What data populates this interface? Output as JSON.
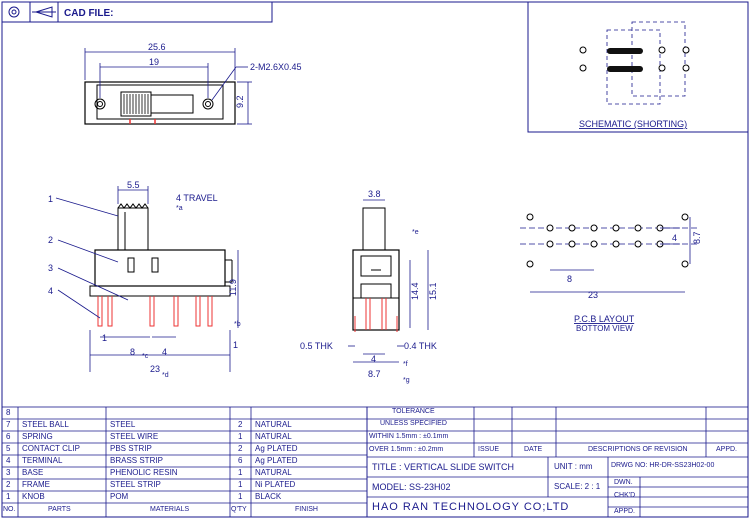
{
  "header": {
    "cad_label": "CAD FILE:"
  },
  "top_view": {
    "overall_width": "25.6",
    "hole_pitch": "19",
    "mount_hole_note": "2-M2.6X0.45",
    "height": "9.2"
  },
  "schematic": {
    "label": "SCHEMATIC (SHORTING)"
  },
  "side_view": {
    "callouts": [
      "1",
      "2",
      "3",
      "4"
    ],
    "knob_width": "5.5",
    "travel": "4 TRAVEL",
    "travel_ref": "*a",
    "height": "11.9",
    "height_ref": "*b",
    "pitch_8": "8",
    "pitch_8_ref": "*c",
    "pitch_4": "4",
    "pin_dim_1": "1",
    "pin_dim_1b": "1",
    "total_width": "23",
    "total_width_ref": "*d"
  },
  "end_view": {
    "knob_thickness": "3.8",
    "knob_ref": "*e",
    "height_14_4": "14.4",
    "height_15_1": "15.1",
    "thk_05": "0.5 THK",
    "thk_04": "0.4 THK",
    "width_4": "4",
    "width_4_ref": "*f",
    "width_8_7": "8.7",
    "width_8_7_ref": "*g"
  },
  "pcb": {
    "pitch": "8",
    "row_gap": "4",
    "height": "8.7",
    "width": "23",
    "label_1": "P.C.B LAYOUT",
    "label_2": "BOTTOM VIEW"
  },
  "bom": {
    "rows": [
      {
        "no": "8",
        "part": "",
        "material": "",
        "qty": "",
        "finish": ""
      },
      {
        "no": "7",
        "part": "STEEL BALL",
        "material": "STEEL",
        "qty": "2",
        "finish": "NATURAL"
      },
      {
        "no": "6",
        "part": "SPRING",
        "material": "STEEL WIRE",
        "qty": "1",
        "finish": "NATURAL"
      },
      {
        "no": "5",
        "part": "CONTACT CLIP",
        "material": "PBS STRIP",
        "qty": "2",
        "finish": "Ag PLATED"
      },
      {
        "no": "4",
        "part": "TERMINAL",
        "material": "BRASS STRIP",
        "qty": "6",
        "finish": "Ag PLATED"
      },
      {
        "no": "3",
        "part": "BASE",
        "material": "PHENOLIC RESIN",
        "qty": "1",
        "finish": "NATURAL"
      },
      {
        "no": "2",
        "part": "FRAME",
        "material": "STEEL STRIP",
        "qty": "1",
        "finish": "Ni PLATED"
      },
      {
        "no": "1",
        "part": "KNOB",
        "material": "POM",
        "qty": "1",
        "finish": "BLACK"
      }
    ],
    "headers": {
      "no": "NO.",
      "part": "PARTS",
      "material": "MATERIALS",
      "qty": "Q'TY",
      "finish": "FINISH"
    }
  },
  "title_block": {
    "tolerance": "TOLERANCE",
    "unless": "UNLESS  SPECIFIED",
    "within": "WITHIN 1.5mm : ±0.1mm",
    "over": "OVER  1.5mm : ±0.2mm",
    "issue": "ISSUE",
    "date": "DATE",
    "descriptions": "DESCRIPTIONS OF REVISION",
    "appd": "APPD.",
    "title": "TITLE :  VERTICAL SLIDE SWITCH",
    "unit": "UNIT :  mm",
    "drwg": "DRWG NO:  HR-DR-SS23H02-00",
    "model": "MODEL:  SS-23H02",
    "scale": "SCALE:  2 : 1",
    "dwn": "DWN.",
    "chkd": "CHK'D",
    "appd2": "APPD.",
    "company": "HAO RAN TECHNOLOGY CO;LTD"
  }
}
